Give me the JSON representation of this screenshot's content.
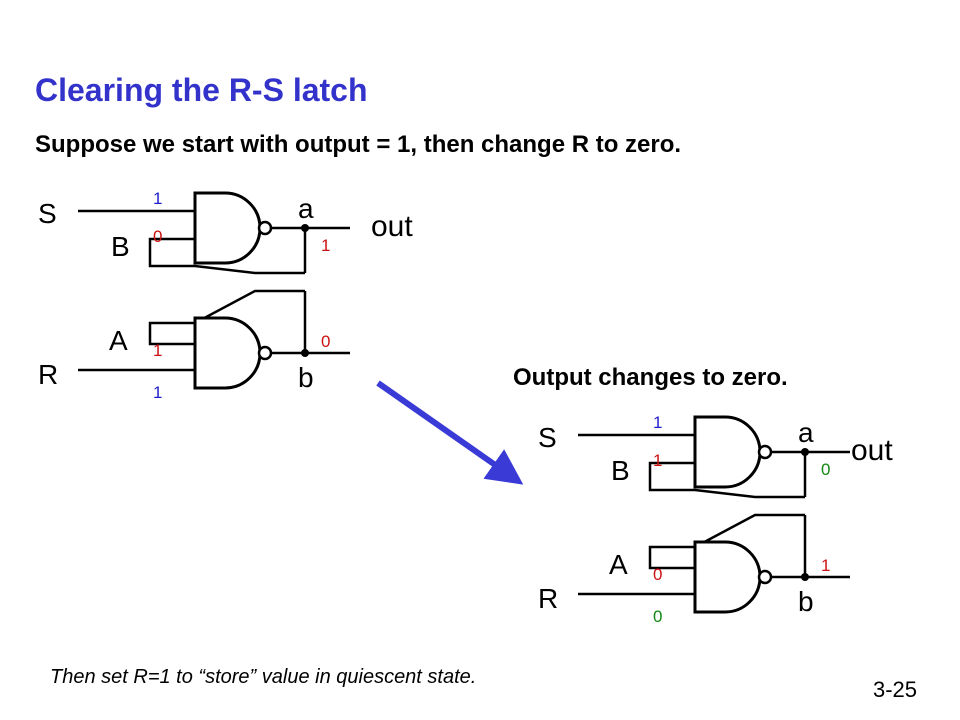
{
  "slide": {
    "title": "Clearing the R-S latch",
    "subtitle": "Suppose we start with output = 1, then change R to zero.",
    "output_note": "Output changes to zero.",
    "footer_note": "Then set R=1 to “store” value in quiescent state.",
    "slide_number": "3-25"
  },
  "colors": {
    "title": "#3333cc",
    "arrow": "#3a3ad6",
    "bit_blue": "#1f1fcc",
    "bit_red": "#cc1111",
    "bit_green": "#118811"
  },
  "latch_before": {
    "labels": {
      "s": "S",
      "r": "R",
      "b": "B",
      "a_in": "A",
      "a_out": "a",
      "b_out": "b",
      "out": "out"
    },
    "bits": {
      "s_in": "1",
      "b_in": "0",
      "a_in": "1",
      "r_in": "1",
      "a_out": "1",
      "b_out": "0"
    }
  },
  "latch_after": {
    "labels": {
      "s": "S",
      "r": "R",
      "b": "B",
      "a_in": "A",
      "a_out": "a",
      "b_out": "b",
      "out": "out"
    },
    "bits": {
      "s_in": "1",
      "b_in": "1",
      "a_in": "0",
      "r_in": "0",
      "a_out": "0",
      "b_out": "1"
    }
  },
  "transition_arrow": {
    "icon": "diagonal-arrow-icon"
  }
}
